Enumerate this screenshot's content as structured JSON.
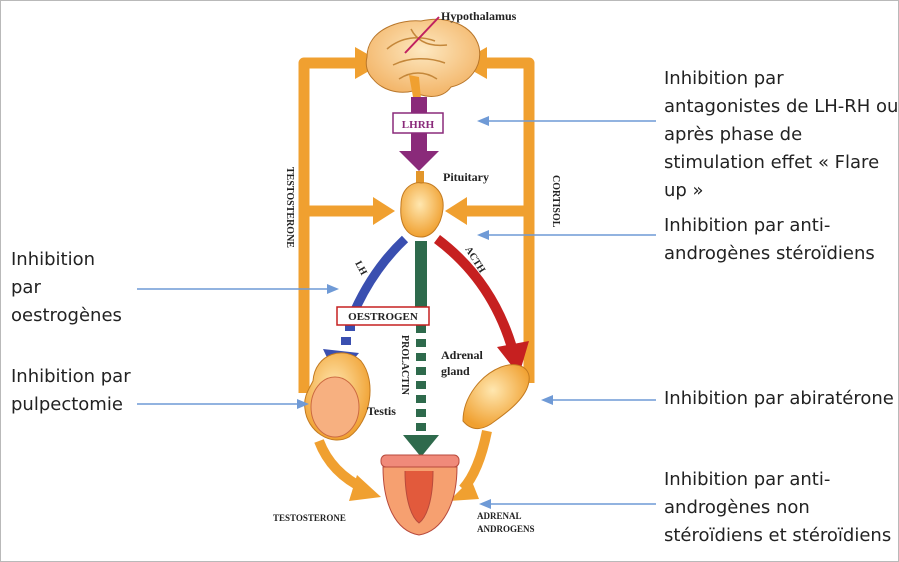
{
  "diagram": {
    "labels": {
      "hypothalamus": "Hypothalamus",
      "lhrh": "LHRH",
      "pituitary": "Pituitary",
      "testosterone_left": "TESTOSTERONE",
      "cortisol": "CORTISOL",
      "lh": "LH",
      "acth": "ACTH",
      "oestrogen": "OESTROGEN",
      "prolactin": "PROLACTIN",
      "adrenal_1": "Adrenal",
      "adrenal_2": "gland",
      "testis": "Testis",
      "testosterone_bottom": "TESTOSTERONE",
      "adrenal_androgens_1": "ADRENAL",
      "adrenal_androgens_2": "ANDROGENS"
    },
    "colors": {
      "orange_arrow": "#f0a030",
      "purple_arrow": "#8a2a7a",
      "blue_arrow": "#3a4fb0",
      "green_arrow": "#2e6a4c",
      "red_arrow": "#c62020",
      "annotation_arrow": "#6f9ad6"
    }
  },
  "annotations": {
    "lhrh": [
      "Inhibition par",
      "antagonistes de LH-RH ou",
      "après phase de",
      "stimulation  effet « Flare",
      "up »"
    ],
    "steroidal": [
      "Inhibition par anti-",
      "androgènes stéroïdiens"
    ],
    "oestrogens": [
      "Inhibition",
      "par",
      "oestrogènes"
    ],
    "pulpectomy": [
      "Inhibition par",
      "pulpectomie"
    ],
    "abiraterone": [
      "Inhibition par abiratérone"
    ],
    "nonsteroidal": [
      "Inhibition par anti-",
      "androgènes non",
      "stéroïdiens et stéroïdiens"
    ]
  }
}
